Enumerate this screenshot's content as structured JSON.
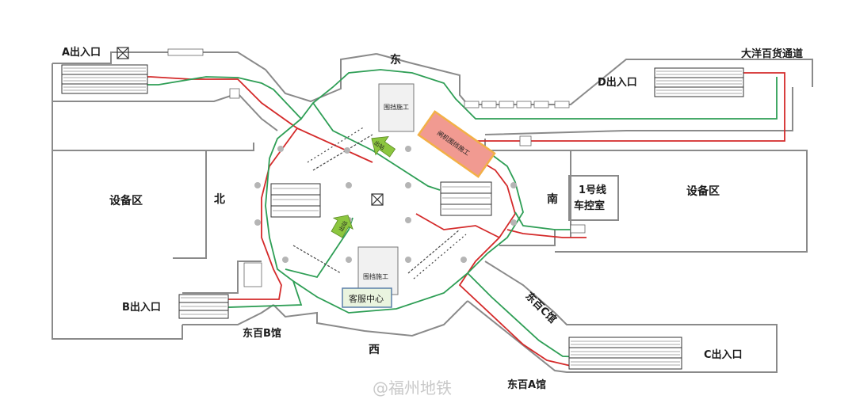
{
  "labels": {
    "exit_a": "A出入口",
    "exit_b": "B出入口",
    "exit_c": "C出入口",
    "exit_d": "D出入口",
    "dayang": "大洋百货通道",
    "east": "东",
    "west": "西",
    "south": "南",
    "north": "北",
    "equip_left": "设备区",
    "equip_right": "设备区",
    "control_room_line1": "1号线",
    "control_room_line2": "车控室",
    "construction_top": "围挡施工",
    "construction_bottom": "围挡施工",
    "construction_red": "闸机围挡施工",
    "service_center": "客服中心",
    "dongbai_b": "东百B馆",
    "dongbai_a": "东百A馆",
    "dongbai_c": "东百C馆",
    "exit_arrow_1": "出站",
    "exit_arrow_2": "出站",
    "watermark": "@福州地铁"
  },
  "colors": {
    "entry_route": "#2e9e55",
    "exit_route": "#d42a2a",
    "wall": "#8a8a8a",
    "construction_fill": "#f1f1f1",
    "construction_red": "#f19a91",
    "arrow_green": "#8cc63f",
    "service_fill": "#eaf4df"
  }
}
